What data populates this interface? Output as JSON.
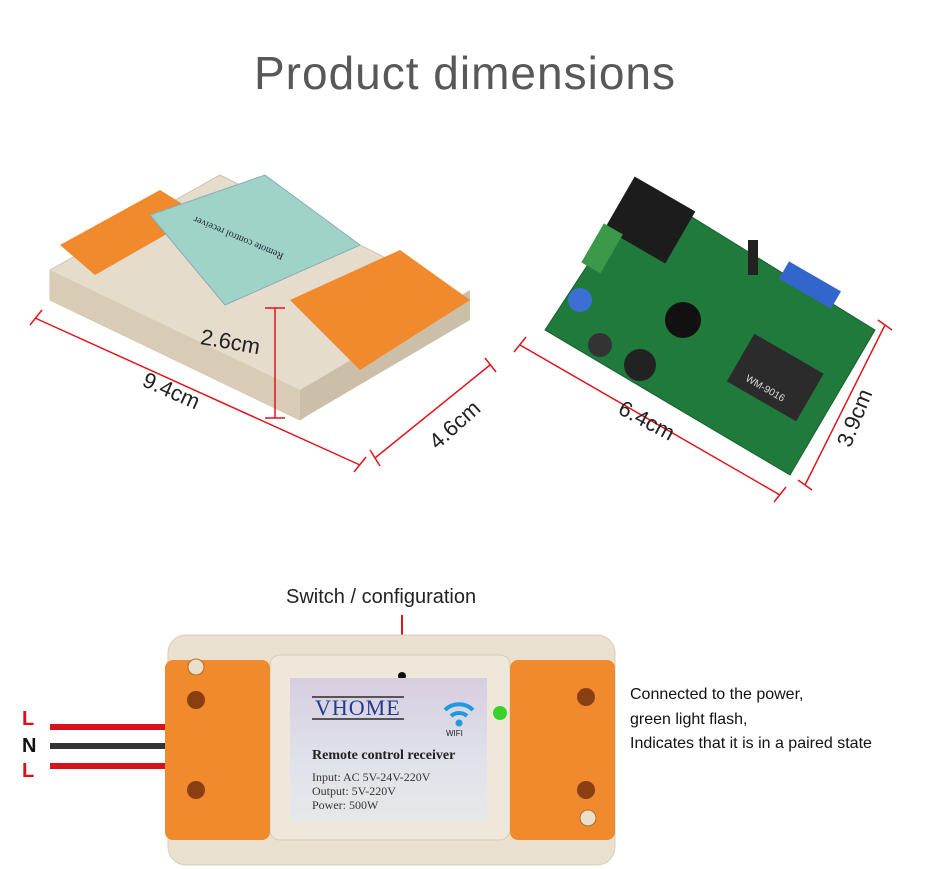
{
  "title": "Product dimensions",
  "dimensions": {
    "case_length": "9.4cm",
    "case_height": "2.6cm",
    "case_width": "4.6cm",
    "board_length": "6.4cm",
    "board_width": "3.9cm"
  },
  "board": {
    "module_label": "WM-9016"
  },
  "device": {
    "switch_label": "Switch / configuration",
    "brand": "VHOME",
    "wifi_label": "WIFI",
    "product_name": "Remote control receiver",
    "input": "Input: AC 5V-24V-220V",
    "output": "Output: 5V-220V",
    "power": "Power: 500W",
    "led_color": "#3ad12a"
  },
  "wires": [
    "L",
    "N",
    "L"
  ],
  "notes": [
    "Connected to the power,",
    "green light flash,",
    "Indicates that it is in a paired state"
  ],
  "colors": {
    "dimension_line": "#e0151b",
    "case_orange": "#f08a2c",
    "case_beige": "#eae2d3"
  }
}
